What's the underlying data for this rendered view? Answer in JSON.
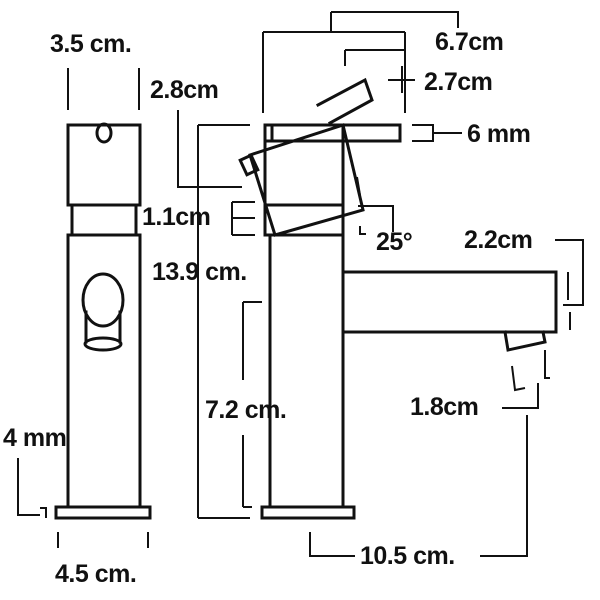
{
  "diagram": {
    "subject": "Faucet technical dimension drawing",
    "views": [
      "front-view",
      "side-view"
    ],
    "line_color": "#111111",
    "background": "#ffffff"
  },
  "dimensions": {
    "body_top_width": "3.5 cm.",
    "lever_depth": "2.8cm",
    "collar_height": "1.1cm",
    "total_height": "13.9 cm.",
    "body_height": "7.2 cm.",
    "base_thickness": "4 mm",
    "base_width": "4.5 cm.",
    "lever_reach": "6.7cm",
    "lever_length": "2.7cm",
    "top_plate_thickness": "6 mm",
    "lever_angle": "25°",
    "spout_height": "2.2cm",
    "aerator_diameter": "1.8cm",
    "spout_reach": "10.5 cm."
  }
}
